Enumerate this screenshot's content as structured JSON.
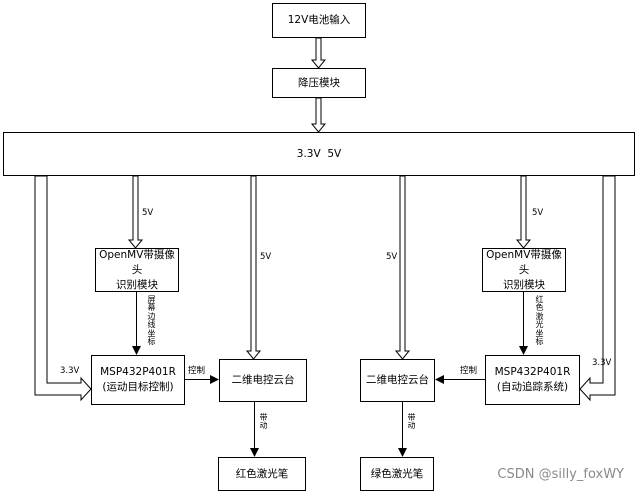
{
  "nodes": {
    "battery": "12V电池输入",
    "buck": "降压模块",
    "power_bus": "3.3V  5V",
    "openmv_left": "OpenMV带摄像头\n识别模块",
    "openmv_right": "OpenMV带摄像头\n识别模块",
    "msp_left": "MSP432P401R\n(运动目标控制)",
    "msp_right": "MSP432P401R\n(自动追踪系统)",
    "gimbal_left": "二维电控云台",
    "gimbal_right": "二维电控云台",
    "laser_red": "红色激光笔",
    "laser_green": "绿色激光笔"
  },
  "edges": {
    "v5_openmv_left": "5V",
    "v5_gimbal_left": "5V",
    "v5_gimbal_right": "5V",
    "v5_openmv_right": "5V",
    "v33_msp_left": "3.3V",
    "v33_msp_right": "3.3V",
    "openmv_left_to_msp": "屏幕边线坐标",
    "openmv_right_to_msp": "红色激光坐标",
    "msp_left_control": "控制",
    "msp_right_control": "控制",
    "drive_left": "带动",
    "drive_right": "带动"
  },
  "watermark": "CSDN @silly_foxWY"
}
